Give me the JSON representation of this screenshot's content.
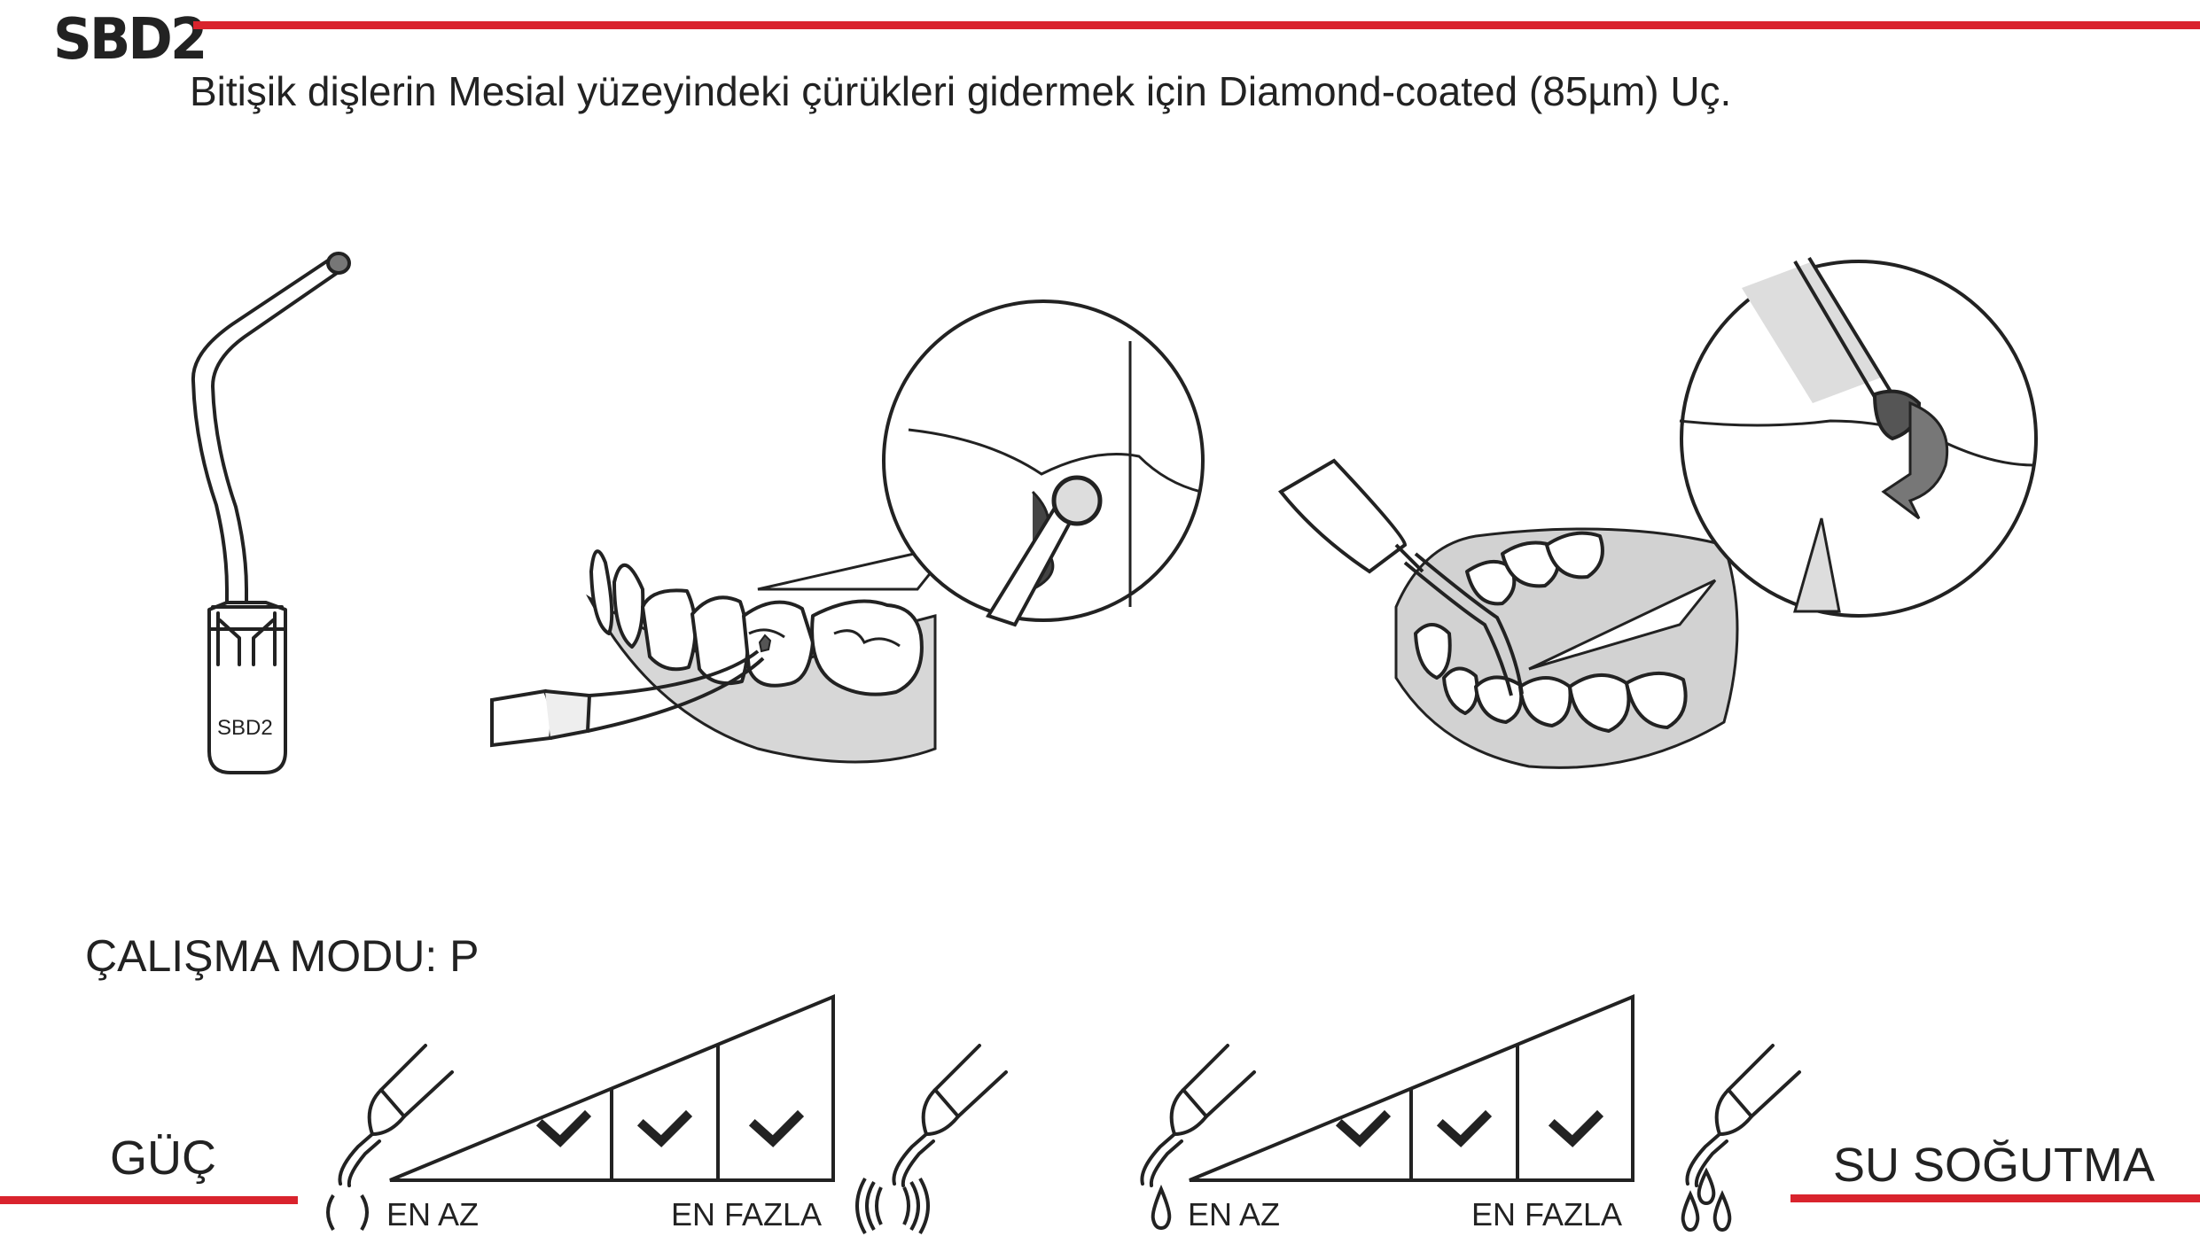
{
  "header": {
    "code": "SBD2",
    "accent_color": "#d9232d",
    "description": "Bitişik dişlerin Mesial yüzeyindeki çürükleri gidermek için Diamond-coated (85µm) Uç."
  },
  "tip": {
    "engraving": "SBD2"
  },
  "mode": {
    "label": "ÇALIŞMA MODU: P"
  },
  "power": {
    "label": "GÜÇ",
    "min_label": "EN AZ",
    "max_label": "EN FAZLA",
    "checked_levels": 3,
    "total_levels": 3,
    "min_icon": "weak-vibration-icon",
    "max_icon": "strong-vibration-icon"
  },
  "water": {
    "label": "SU SOĞUTMA",
    "min_label": "EN AZ",
    "max_label": "EN FAZLA",
    "checked_levels": 3,
    "total_levels": 3,
    "min_icon": "single-drop-icon",
    "max_icon": "triple-drop-icon"
  }
}
